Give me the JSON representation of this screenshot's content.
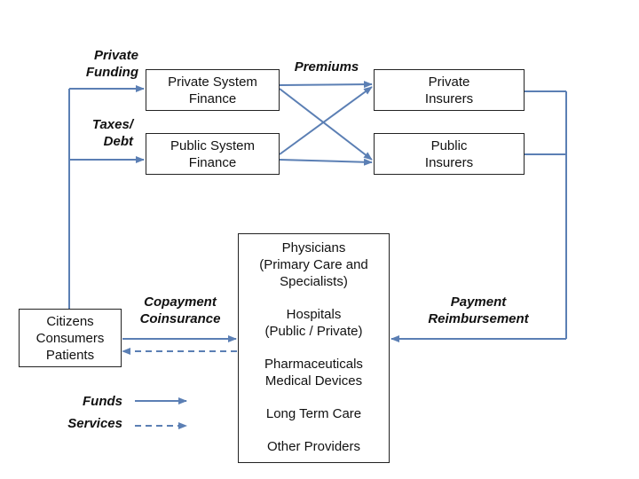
{
  "colors": {
    "arrow": "#5b7fb4",
    "box_border": "#222222",
    "text": "#111111"
  },
  "boxes": {
    "private_finance": "Private System\nFinance",
    "public_finance": "Public System\nFinance",
    "private_insurers": "Private\nInsurers",
    "public_insurers": "Public\nInsurers",
    "citizens": "Citizens\nConsumers\nPatients"
  },
  "providers": [
    "Physicians\n(Primary Care and\nSpecialists)",
    "Hospitals\n(Public / Private)",
    "Pharmaceuticals\nMedical Devices",
    "Long Term Care",
    "Other Providers"
  ],
  "labels": {
    "private_funding": "Private\nFunding",
    "taxes_debt": "Taxes/\nDebt",
    "premiums": "Premiums",
    "copayment": "Copayment\nCoinsurance",
    "payment": "Payment\nReimbursement"
  },
  "legend": {
    "funds": "Funds",
    "services": "Services"
  }
}
